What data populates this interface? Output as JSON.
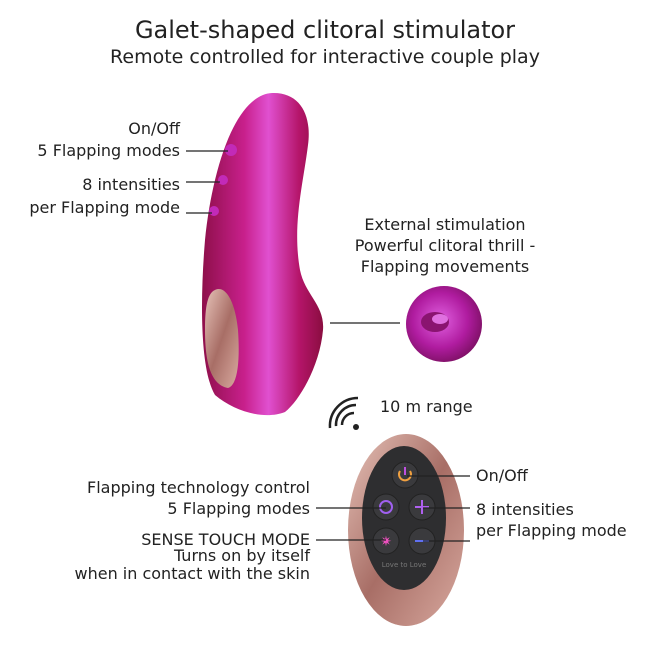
{
  "header": {
    "title": "Galet-shaped clitoral stimulator",
    "subtitle": "Remote controlled for interactive couple play"
  },
  "device_labels": {
    "onoff": "On/Off",
    "modes": "5 Flapping modes",
    "intensities": "8 intensities",
    "per_mode": "per Flapping mode"
  },
  "stimulation": {
    "line1": "External stimulation",
    "line2": "Powerful clitoral thrill -",
    "line3": "Flapping movements"
  },
  "range": {
    "label": "10 m range"
  },
  "remote_labels": {
    "tech": "Flapping technology control",
    "modes": "5 Flapping modes",
    "sense": "SENSE TOUCH MODE",
    "sense2": "Turns on by itself",
    "sense3": "when in contact with the skin",
    "onoff": "On/Off",
    "intensities": "8 intensities",
    "per_mode": "per Flapping mode"
  },
  "remote": {
    "brand": "Love to Love"
  },
  "colors": {
    "device": "#b0155f",
    "highlight": "#e04fd0",
    "rose_gold": "#c99a90"
  }
}
